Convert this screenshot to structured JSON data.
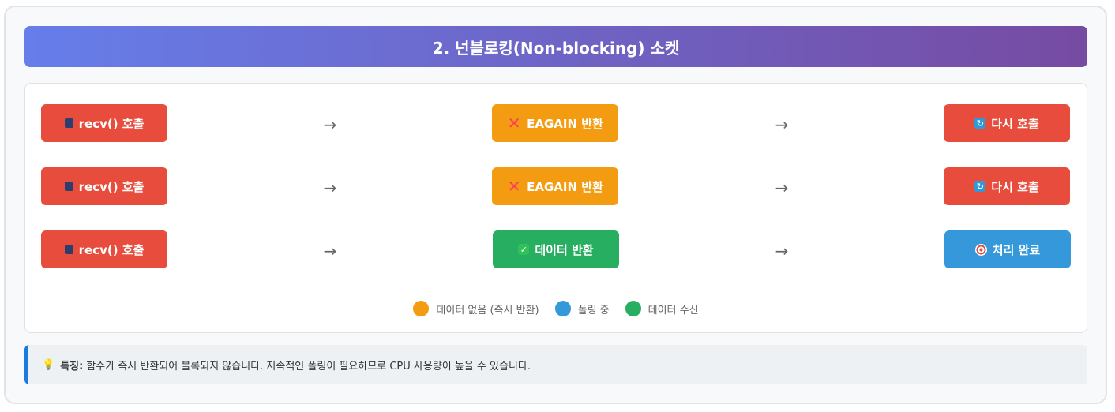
{
  "title": "2. 넌블로킹(Non-blocking) 소켓",
  "rows": [
    {
      "step1": {
        "icon": "grid-icon",
        "label": "recv() 호출"
      },
      "step2": {
        "icon": "cross-icon",
        "label": "EAGAIN 반환"
      },
      "step3": {
        "icon": "refresh-icon",
        "label": "다시 호출"
      }
    },
    {
      "step1": {
        "icon": "grid-icon",
        "label": "recv() 호출"
      },
      "step2": {
        "icon": "cross-icon",
        "label": "EAGAIN 반환"
      },
      "step3": {
        "icon": "refresh-icon",
        "label": "다시 호출"
      }
    },
    {
      "step1": {
        "icon": "grid-icon",
        "label": "recv() 호출"
      },
      "step2": {
        "icon": "check-icon",
        "label": "데이터 반환"
      },
      "step3": {
        "icon": "target-icon",
        "label": "처리 완료"
      }
    }
  ],
  "arrow": "→",
  "legend": [
    {
      "label": "데이터 없음 (즉시 반환)",
      "color": "#f39c12"
    },
    {
      "label": "폴링 중",
      "color": "#3498db"
    },
    {
      "label": "데이터 수신",
      "color": "#27ae60"
    }
  ],
  "note": {
    "icon": "lightbulb-icon",
    "label": "특징:",
    "text": "함수가 즉시 반환되어 블록되지 않습니다. 지속적인 폴링이 필요하므로 CPU 사용량이 높을 수 있습니다."
  },
  "colors": {
    "header_start": "#667eea",
    "header_end": "#764ba2",
    "red": "#e74c3c",
    "orange": "#f39c12",
    "green": "#27ae60",
    "blue": "#3498db",
    "note_border": "#1a7ae0"
  }
}
